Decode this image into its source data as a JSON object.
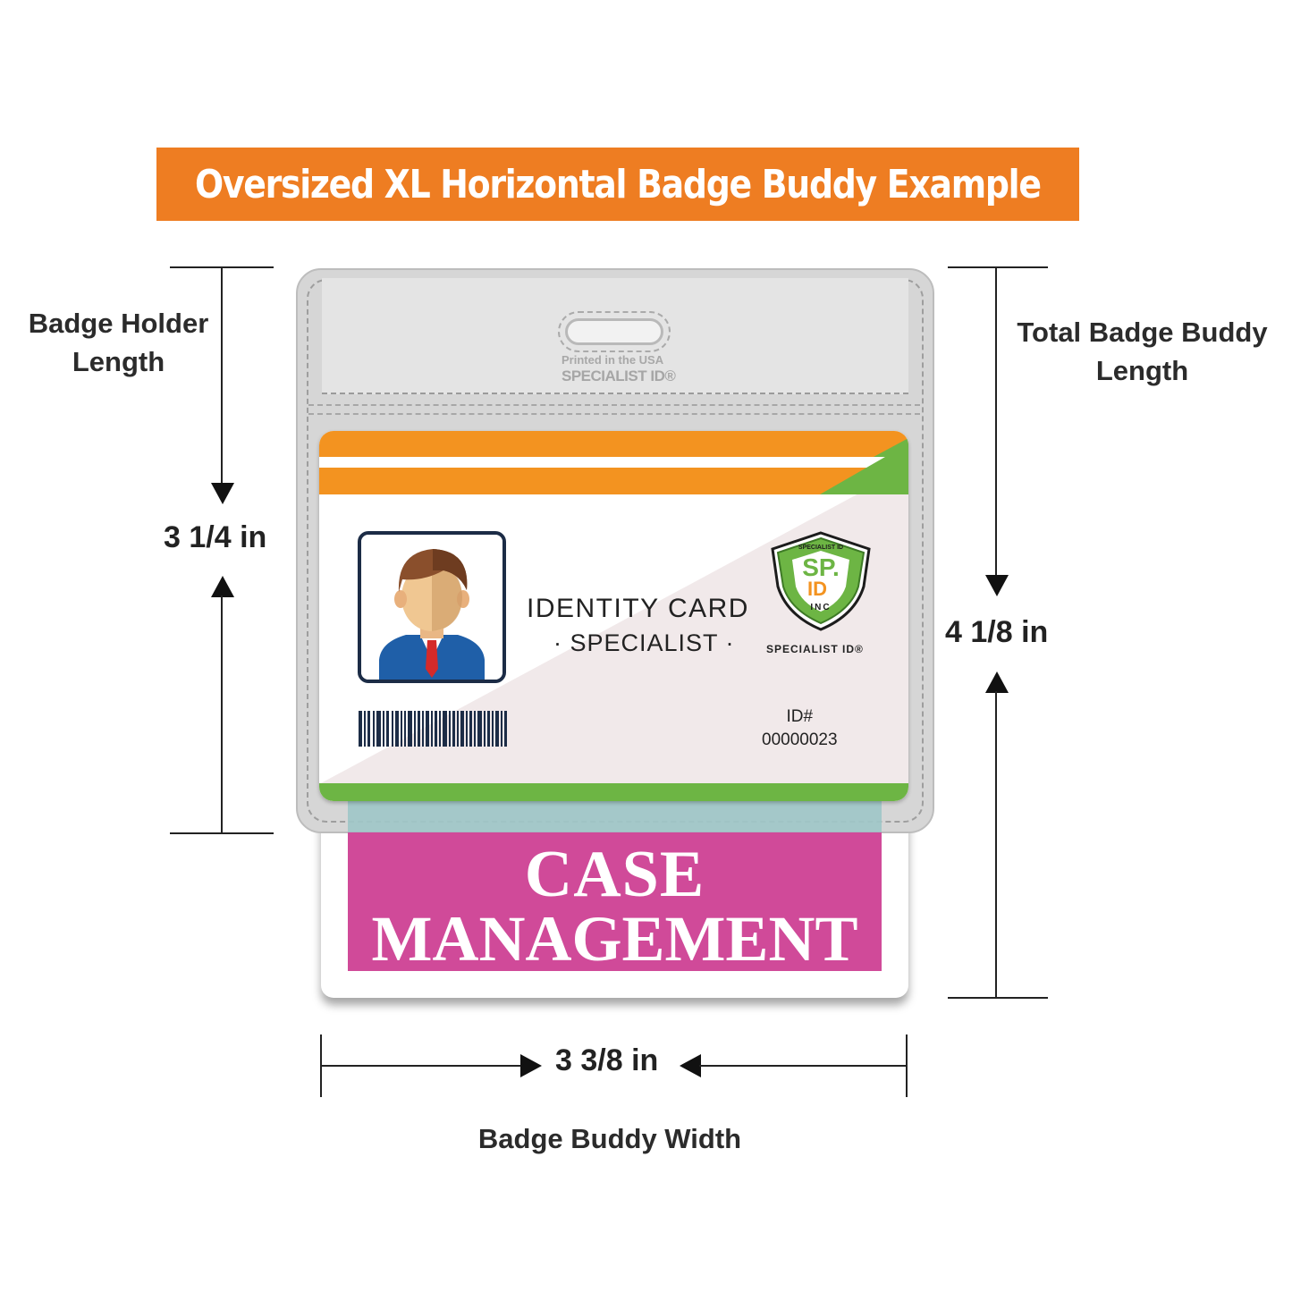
{
  "header": {
    "title": "Oversized XL Horizontal Badge Buddy Example"
  },
  "labels": {
    "holder_length": [
      "Badge Holder",
      "Length"
    ],
    "total_length": [
      "Total Badge Buddy",
      "Length"
    ],
    "width": "Badge Buddy Width"
  },
  "dimensions": {
    "holder_length": "3 1/4 in",
    "total_length": "4 1/8 in",
    "width": "3 3/8 in"
  },
  "holder": {
    "printed_line1": "Printed in the USA",
    "printed_line2": "SPECIALIST ID®"
  },
  "card": {
    "title": "IDENTITY CARD",
    "subtitle": "· SPECIALIST ·",
    "id_label": "ID#",
    "id_number": "00000023",
    "logo_top": "SPECIALIST ID",
    "logo_sp": "SP.",
    "logo_id": "ID",
    "logo_inc": "INC",
    "logo_bottom": "SPECIALIST ID®"
  },
  "buddy": {
    "line1": "CASE",
    "line2": "MANAGEMENT"
  },
  "colors": {
    "banner": "#ee7d22",
    "buddy": "#d04a99",
    "stripe_orange": "#f39320",
    "stripe_green": "#6db544"
  }
}
